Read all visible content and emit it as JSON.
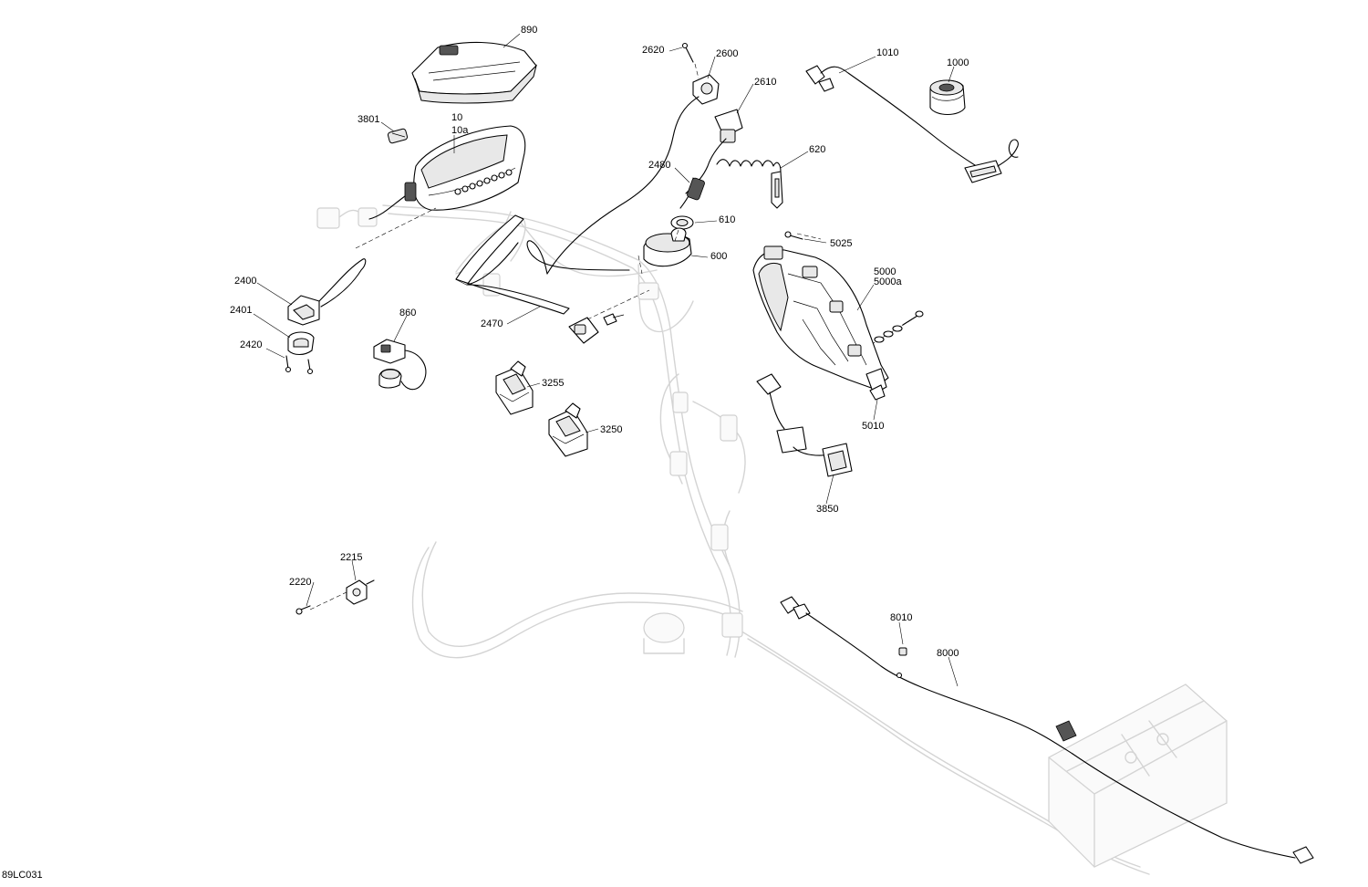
{
  "drawing_code": "89LC031",
  "callouts": {
    "c890": "890",
    "c3801": "3801",
    "c10": "10",
    "c10a": "10a",
    "c2620": "2620",
    "c2600": "2600",
    "c2610": "2610",
    "c1010": "1010",
    "c1000": "1000",
    "c620": "620",
    "c2480": "2480",
    "c610": "610",
    "c600": "600",
    "c5025": "5025",
    "c5000": "5000",
    "c5000a": "5000a",
    "c2400": "2400",
    "c2401": "2401",
    "c2420": "2420",
    "c860": "860",
    "c2470": "2470",
    "c3255": "3255",
    "c3250": "3250",
    "c5010": "5010",
    "c3850": "3850",
    "c2215": "2215",
    "c2220": "2220",
    "c8010": "8010",
    "c8000": "8000"
  }
}
